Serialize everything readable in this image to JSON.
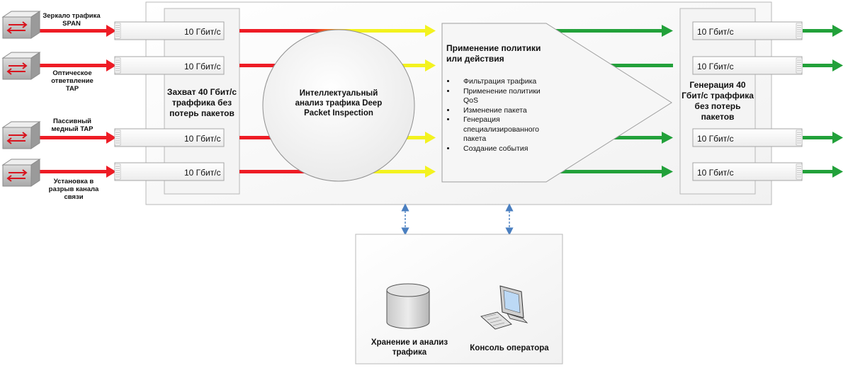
{
  "sources": [
    {
      "label": "Зеркало трафика SPAN"
    },
    {
      "label": "Оптическое ответвление TAP"
    },
    {
      "label": "Пассивный медный TAP"
    },
    {
      "label": "Установка в разрыв канала связи"
    }
  ],
  "capture": {
    "ports": [
      "10 Гбит/с",
      "10 Гбит/с",
      "10 Гбит/с",
      "10 Гбит/с"
    ],
    "title": "Захват 40 Гбит/с траффика без потерь пакетов"
  },
  "dpi": {
    "title": "Интеллектуальный анализ трафика Deep Packet Inspection"
  },
  "policy": {
    "title": "Применение политики или действия",
    "items": [
      "Фильтрация трафика",
      "Применение политики QoS",
      "Изменение пакета",
      "Генерация специализированного пакета",
      "Создание события"
    ]
  },
  "generation": {
    "ports": [
      "10 Гбит/с",
      "10 Гбит/с",
      "10 Гбит/с",
      "10 Гбит/с"
    ],
    "title": "Генерация 40 Гбит/с траффика без потерь пакетов"
  },
  "bottom": {
    "storage_label": "Хранение и анализ трафика",
    "console_label": "Консоль оператора"
  },
  "colors": {
    "input_arrow": "#ee1c25",
    "analysis_arrow": "#f3f21f",
    "output_arrow": "#22a13a",
    "panel_border": "#b9b9b9",
    "link_dashed": "#4a7fc0"
  }
}
